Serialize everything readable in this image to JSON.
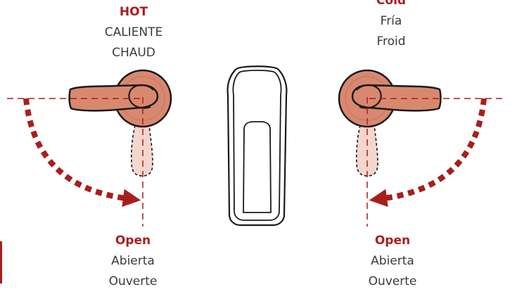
{
  "labels": {
    "hot": {
      "title": "HOT",
      "spanish": "CALIENTE",
      "french": "CHAUD"
    },
    "cold": {
      "title": "Cold",
      "spanish": "Fría",
      "french": "Froid"
    },
    "open_left": {
      "title": "Open",
      "spanish": "Abierta",
      "french": "Ouverte"
    },
    "open_right": {
      "title": "Open",
      "spanish": "Abierta",
      "french": "Ouverte"
    }
  },
  "colors": {
    "accent_red": "#a81e1e",
    "handle_fill": "#d98870",
    "handle_dark": "#c9765e",
    "ghost_fill": "#f4d6cc",
    "outline": "#1a1a1a",
    "text": "#3a3a3a"
  }
}
